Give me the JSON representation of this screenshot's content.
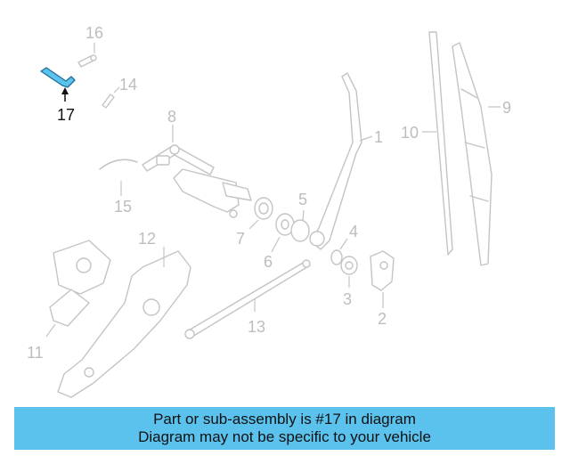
{
  "diagram": {
    "callouts": {
      "c1": "1",
      "c2": "2",
      "c3": "3",
      "c4": "4",
      "c5": "5",
      "c6": "6",
      "c7": "7",
      "c8": "8",
      "c9": "9",
      "c10": "10",
      "c11": "11",
      "c12": "12",
      "c13": "13",
      "c14": "14",
      "c15": "15",
      "c16": "16",
      "c17": "17"
    },
    "highlighted_part": "17",
    "colors": {
      "part_outline": "#c4c4c4",
      "highlight": "#5bc2ee",
      "callout": "#bdbdbd",
      "callout_highlight": "#111111"
    }
  },
  "banner": {
    "line1": "Part or sub-assembly is #17 in diagram",
    "line2": "Diagram may not be specific to your vehicle",
    "color": "#5bc2ee"
  }
}
